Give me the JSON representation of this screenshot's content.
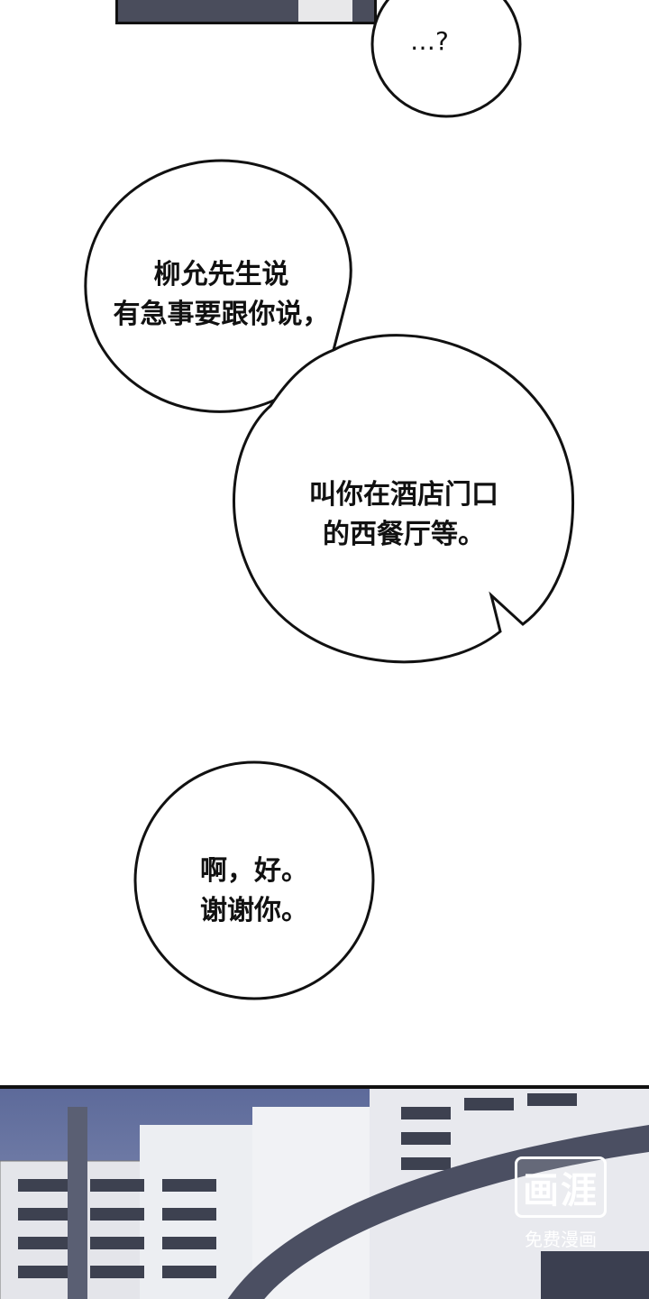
{
  "bubbles": [
    {
      "lines": [
        "…?"
      ]
    },
    {
      "lines": [
        "柳允先生说",
        "有急事要跟你说，"
      ]
    },
    {
      "lines": [
        "叫你在酒店门口",
        "的西餐厅等。"
      ]
    },
    {
      "lines": [
        "啊，好。",
        "谢谢你。"
      ]
    }
  ],
  "watermark": {
    "logo": "画涯",
    "caption": "免费漫画"
  },
  "colors": {
    "sky": "#5d6a9a",
    "building": "#e4e5ea",
    "ink": "#111111"
  }
}
